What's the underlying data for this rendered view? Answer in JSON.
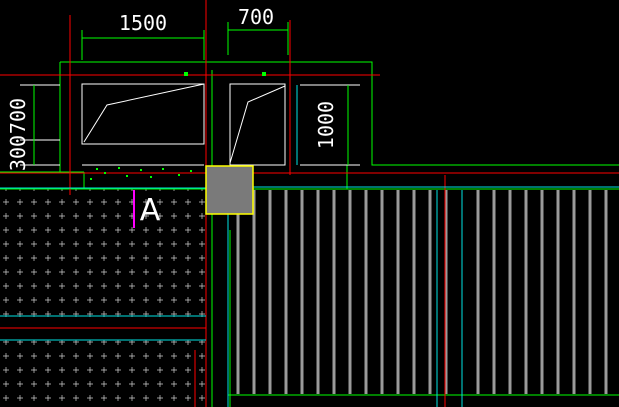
{
  "drawing": {
    "background": "#000000",
    "colors": {
      "axis": "#ff0000",
      "wall": "#00ff00",
      "column": "#00e5e5",
      "dimension": "#ffffff",
      "rebar": "#9a9a9a",
      "block_fill": "#7a7a7a",
      "block_outline": "#ffff00",
      "marker": "#ff00ff"
    },
    "dimensions": {
      "d1500": "1500",
      "d700_top": "700",
      "d700_left": "700",
      "d300": "300",
      "d1000": "1000"
    },
    "labels": {
      "zone_a": "A"
    },
    "icons": {
      "hatch": "plus-hatch",
      "marker": "magenta-tick"
    }
  }
}
